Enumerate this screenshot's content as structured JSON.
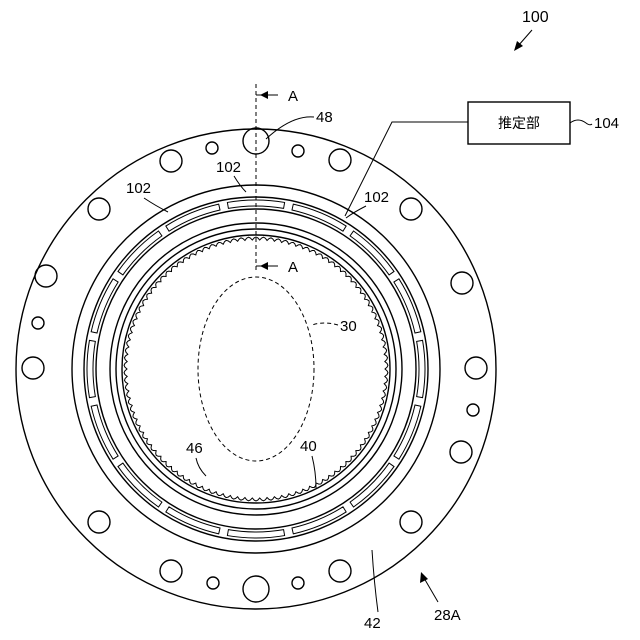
{
  "figure": {
    "reference_numerals": {
      "device": "100",
      "estimator_ref": "104",
      "segments": "102",
      "hole": "48",
      "region": "30",
      "inner_ring": "40",
      "ring_teeth": "46",
      "flange": "42",
      "assembly": "28A"
    },
    "section_marker": "A",
    "estimator_box_label": "推定部"
  }
}
